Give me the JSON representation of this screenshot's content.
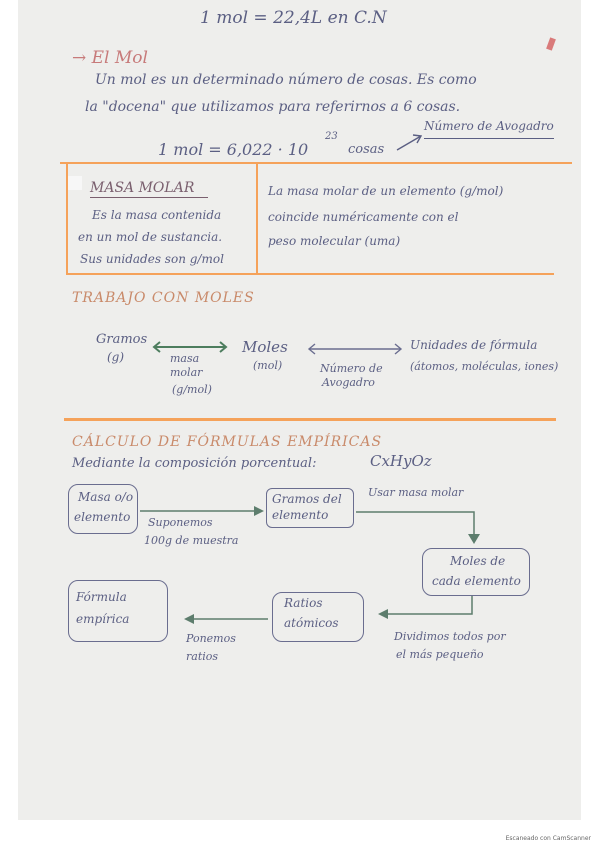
{
  "header": {
    "equation": "1 mol = 22,4L en C.N"
  },
  "section_mol": {
    "title": "→ El Mol",
    "line1": "Un mol es un determinado número de cosas. Es como",
    "line2": "la \"docena\" que utilizamos para referirnos a 6 cosas.",
    "avogadro_eq": "1 mol = 6,022 · 10",
    "avogadro_exp": "23",
    "avogadro_unit": "cosas",
    "avogadro_label": "Número de Avogadro"
  },
  "masa_molar": {
    "title": "MASA MOLAR",
    "left_l1": "Es la masa contenida",
    "left_l2": "en un mol de sustancia.",
    "left_l3": "Sus unidades son g/mol",
    "right_l1": "La masa molar de un elemento (g/mol)",
    "right_l2": "coincide numéricamente con el",
    "right_l3": "peso molecular (uma)"
  },
  "trabajo": {
    "title": "TRABAJO CON MOLES",
    "gramos": "Gramos",
    "gramos_unit": "(g)",
    "masa_molar": "masa",
    "masa_molar2": "molar",
    "masa_molar_unit": "(g/mol)",
    "moles": "Moles",
    "moles_unit": "(mol)",
    "numero": "Número de",
    "avogadro": "Avogadro",
    "unidades": "Unidades de fórmula",
    "unidades_detail": "(átomos, moléculas, iones)"
  },
  "empiricas": {
    "title": "CÁLCULO DE FÓRMULAS EMPÍRICAS",
    "subtitle": "Mediante la composición porcentual:",
    "formula": "CxHyOz",
    "box1_l1": "Masa o/o",
    "box1_l2": "elemento",
    "step1_l1": "Suponemos",
    "step1_l2": "100g de muestra",
    "box2_l1": "Gramos del",
    "box2_l2": "elemento",
    "step2": "Usar masa molar",
    "box3_l1": "Moles de",
    "box3_l2": "cada elemento",
    "step3_l1": "Dividimos todos por",
    "step3_l2": "el más pequeño",
    "box4_l1": "Ratios",
    "box4_l2": "atómicos",
    "step4_l1": "Ponemos",
    "step4_l2": "ratios",
    "box5_l1": "Fórmula",
    "box5_l2": "empírica"
  },
  "footer": "Escaneado con CamScanner",
  "colors": {
    "ink": "#5b5f83",
    "highlight": "#f5a25a",
    "arrow_green": "#5d7d6d",
    "pink_mark": "#d97a7a"
  }
}
